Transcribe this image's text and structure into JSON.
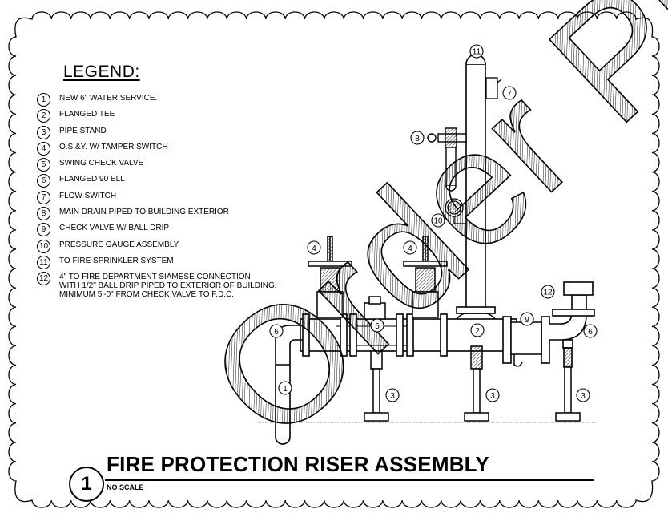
{
  "legend": {
    "title": "LEGEND:",
    "items": [
      {
        "num": "1",
        "text": "NEW 6\" WATER SERVICE."
      },
      {
        "num": "2",
        "text": "FLANGED TEE"
      },
      {
        "num": "3",
        "text": "PIPE STAND"
      },
      {
        "num": "4",
        "text": "O.S.&Y. W/ TAMPER SWITCH"
      },
      {
        "num": "5",
        "text": "SWING CHECK VALVE"
      },
      {
        "num": "6",
        "text": "FLANGED 90 ELL"
      },
      {
        "num": "7",
        "text": "FLOW SWITCH"
      },
      {
        "num": "8",
        "text": "MAIN DRAIN PIPED TO BUILDING EXTERIOR"
      },
      {
        "num": "9",
        "text": "CHECK VALVE W/ BALL DRIP"
      },
      {
        "num": "10",
        "text": "PRESSURE GAUGE ASSEMBLY"
      },
      {
        "num": "11",
        "text": "TO FIRE SPRINKLER SYSTEM"
      },
      {
        "num": "12",
        "text": "4\" TO FIRE DEPARTMENT SIAMESE CONNECTION\nWITH 1/2\" BALL DRIP PIPED TO EXTERIOR OF BUILDING.\nMINIMUM 5'-0\" FROM CHECK VALVE TO F.D.C."
      }
    ]
  },
  "callouts": {
    "c1": "1",
    "c2": "2",
    "c3": "3",
    "c4": "4",
    "c5": "5",
    "c6": "6",
    "c7": "7",
    "c8": "8",
    "c9": "9",
    "c10": "10",
    "c11": "11",
    "c12": "12"
  },
  "title_block": {
    "detail_number": "1",
    "title": "FIRE PROTECTION RISER ASSEMBLY",
    "scale_note": "NO SCALE"
  },
  "watermark": {
    "text": "Order Pl"
  }
}
